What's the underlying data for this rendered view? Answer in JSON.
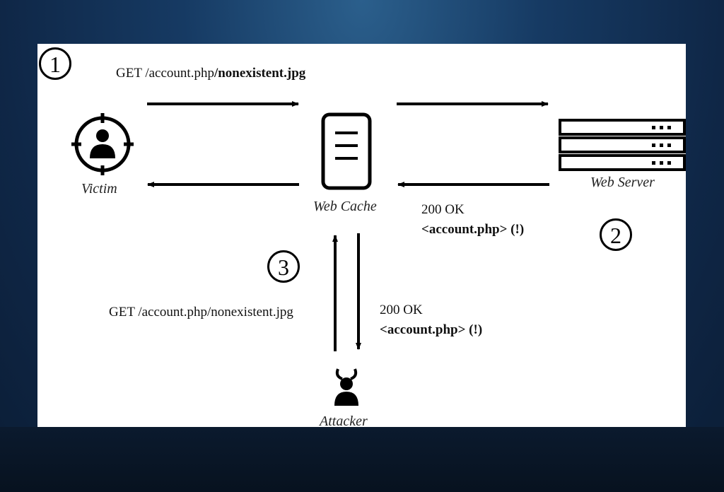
{
  "nodes": {
    "victim": "Victim",
    "web_cache": "Web Cache",
    "web_server": "Web Server",
    "attacker": "Attacker"
  },
  "steps": [
    "1",
    "2",
    "3"
  ],
  "messages": {
    "victim_request": {
      "prefix": "GET /account.php",
      "bold": "/nonexistent.jpg"
    },
    "server_response": {
      "status": "200 OK",
      "body": "<account.php> (!)"
    },
    "attacker_request": "GET /account.php/nonexistent.jpg",
    "cache_response": {
      "status": "200 OK",
      "body": "<account.php> (!)"
    }
  },
  "icons": {
    "victim": "target-person-icon",
    "web_cache": "cache-document-icon",
    "web_server": "server-rack-icon",
    "attacker": "horned-person-icon"
  }
}
